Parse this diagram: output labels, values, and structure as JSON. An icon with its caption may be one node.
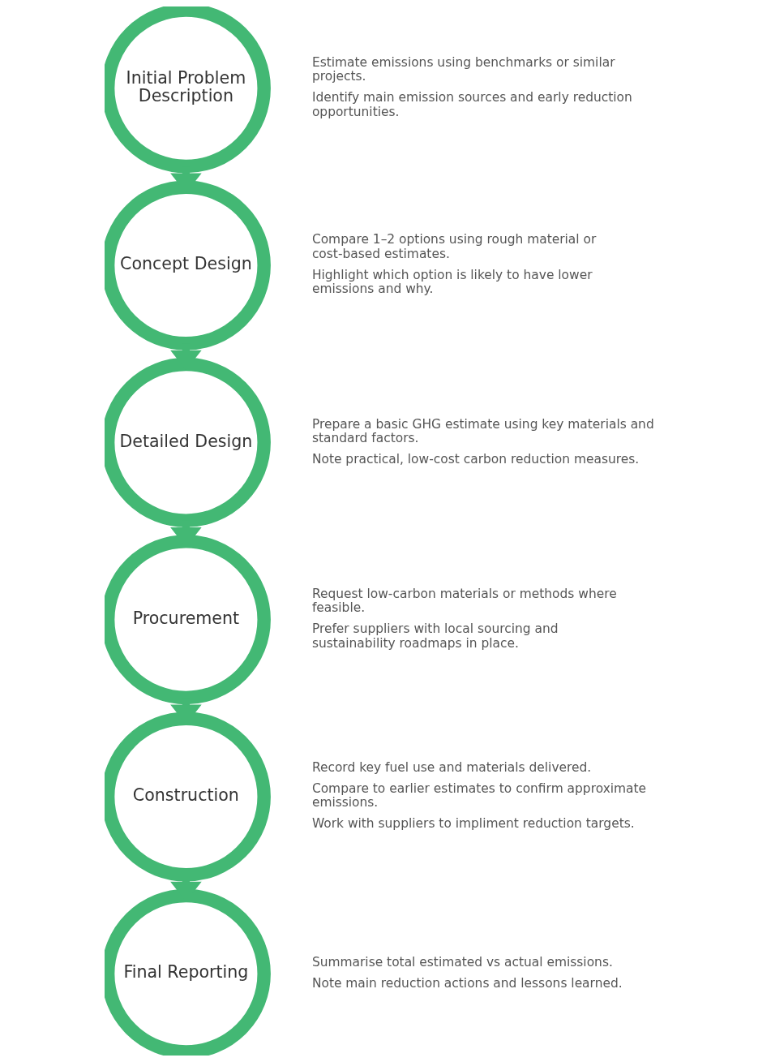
{
  "diagram": {
    "nodes": [
      {
        "text": [
          "Initial Problem Description"
        ],
        "beside": [
          "Estimate emissions using benchmarks or similar projects.",
          "Identify main emission sources and early reduction opportunities."
        ]
      },
      {
        "text": [
          "Concept Design"
        ],
        "beside": [
          "Compare 1–2 options using rough material or cost-based estimates.",
          "Highlight which option is likely to have lower emissions and why."
        ]
      },
      {
        "text": [
          "Detailed Design"
        ],
        "beside": [
          "Prepare a basic GHG estimate using key materials and standard factors.",
          "Note practical, low-cost carbon reduction measures."
        ]
      },
      {
        "text": [
          "Procurement"
        ],
        "beside": [
          "Request low-carbon materials or methods where feasible.",
          "Prefer suppliers with local sourcing and sustainability roadmaps in place."
        ]
      },
      {
        "text": [
          "Construction"
        ],
        "beside": [
          "Record key fuel use and materials delivered.",
          "Compare to earlier estimates to confirm approximate emissions.",
          "Work with suppliers to impliment reduction targets."
        ]
      },
      {
        "text": [
          "Final Reporting"
        ],
        "beside": [
          "Summarise total estimated vs actual emissions.",
          "Note main reduction actions and lessons learned."
        ]
      }
    ],
    "edges": [
      {
        "from": 0,
        "to": 1,
        "arrow": "to"
      },
      {
        "from": 1,
        "to": 2,
        "arrow": "to"
      },
      {
        "from": 2,
        "to": 3,
        "arrow": "to"
      },
      {
        "from": 3,
        "to": 4,
        "arrow": "to"
      },
      {
        "from": 4,
        "to": 5,
        "arrow": "to"
      }
    ]
  }
}
